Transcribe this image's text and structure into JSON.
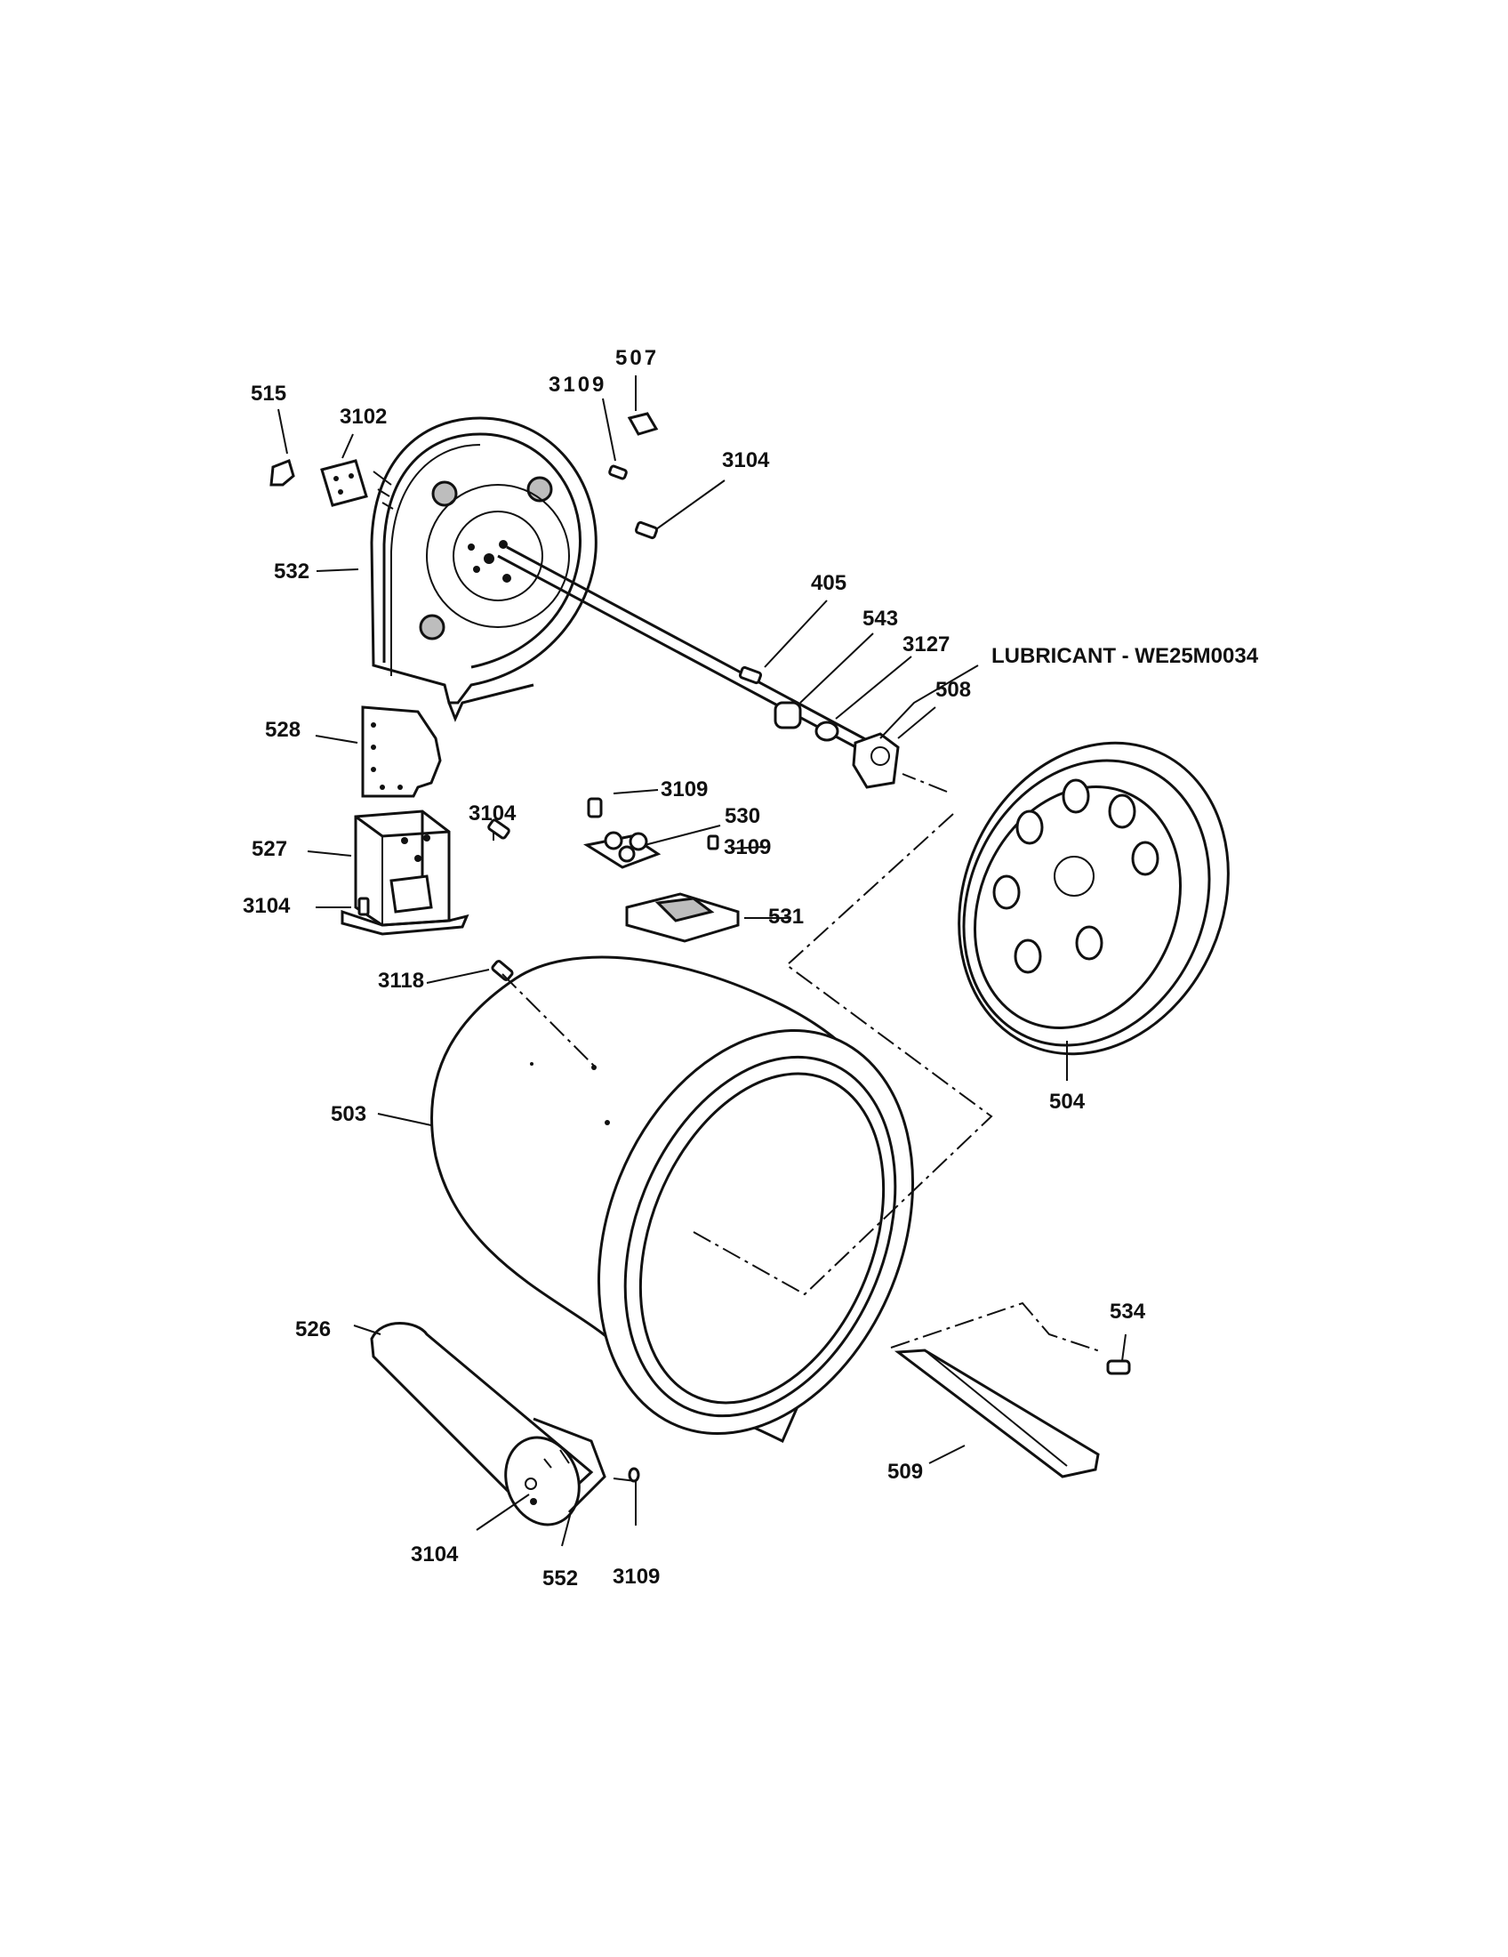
{
  "labels": {
    "p515": "515",
    "p3102": "3102",
    "p3109_top": "3109",
    "p507": "507",
    "p3104_top": "3104",
    "p532": "532",
    "p405": "405",
    "p543": "543",
    "p3127": "3127",
    "lubricant": "LUBRICANT - WE25M0034",
    "p508": "508",
    "p528": "528",
    "p3109_mid": "3109",
    "p530": "530",
    "p3104_mid": "3104",
    "p527": "527",
    "p3109_mid2": "3109",
    "p3104_left": "3104",
    "p531": "531",
    "p3118": "3118",
    "p504": "504",
    "p503": "503",
    "p534": "534",
    "p526": "526",
    "p509": "509",
    "p3104_bottom": "3104",
    "p552": "552",
    "p3109_bottom": "3109"
  },
  "colors": {
    "line": "#111111",
    "background": "#ffffff",
    "shade": "#bdbdbd"
  }
}
